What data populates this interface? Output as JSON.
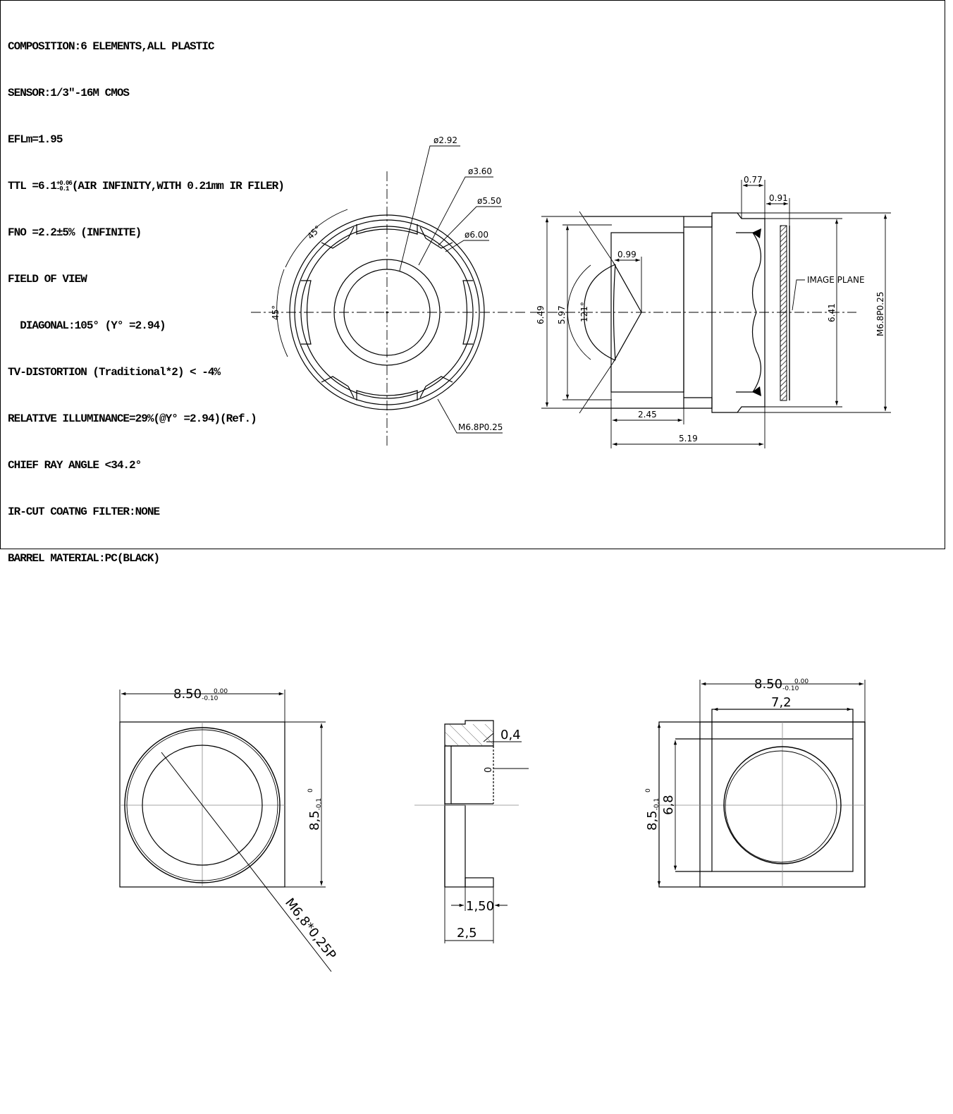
{
  "specs": {
    "composition": "COMPOSITION:6 ELEMENTS,ALL PLASTIC",
    "sensor": "SENSOR:1/3\"-16M CMOS",
    "efl": "EFLm=1.95",
    "ttl_prefix": "TTL =6.1",
    "ttl_tol_upper": "+0.06",
    "ttl_tol_lower": "-0.1",
    "ttl_suffix": "(AIR INFINITY,WITH 0.21mm IR FILER)",
    "fno": "FNO =2.2±5% (INFINITE)",
    "fov": "FIELD OF VIEW",
    "diagonal": "  DIAGONAL:105° (Y° =2.94)",
    "tv_distortion": "TV-DISTORTION (Traditional*2) < -4%",
    "relative_illuminance": "RELATIVE ILLUMINANCE=29%(@Y° =2.94)(Ref.)",
    "chief_ray_angle": "CHIEF RAY ANGLE <34.2°",
    "ir_cut": "IR-CUT COATNG FILTER:NONE",
    "barrel_material": "BARREL MATERIAL:PC(BLACK)"
  },
  "front_view": {
    "d1": "ø2.92",
    "d2": "ø3.60",
    "d3": "ø5.50",
    "d4": "ø6.00",
    "angle_top": "45°",
    "angle_left": "45°",
    "thread": "M6.8P0.25"
  },
  "side_view": {
    "d_077": "0.77",
    "d_091": "0.91",
    "d_099": "0.99",
    "image_plane": "IMAGE PLANE",
    "h_649": "6.49",
    "h_597": "5.97",
    "fov_angle": "121°",
    "h_641": "6.41",
    "thread": "M6.8P0.25",
    "w_245": "2.45",
    "w_519": "5.19"
  },
  "holder_front": {
    "width": "8.50",
    "width_tol_upper": "0.00",
    "width_tol_lower": "-0.10",
    "height": "8,5",
    "height_tol_upper": "0",
    "height_tol_lower": "-0,1",
    "thread": "M6,8*0,25P"
  },
  "holder_side": {
    "d_04": "0,4",
    "d_0": "0",
    "d_150": "1,50",
    "d_25": "2,5"
  },
  "holder_back": {
    "width": "8.50",
    "width_tol_upper": "0.00",
    "width_tol_lower": "-0.10",
    "inner_width": "7,2",
    "height": "8,5",
    "height_tol_upper": "0",
    "height_tol_lower": "-0,1",
    "inner_height": "6,8"
  }
}
